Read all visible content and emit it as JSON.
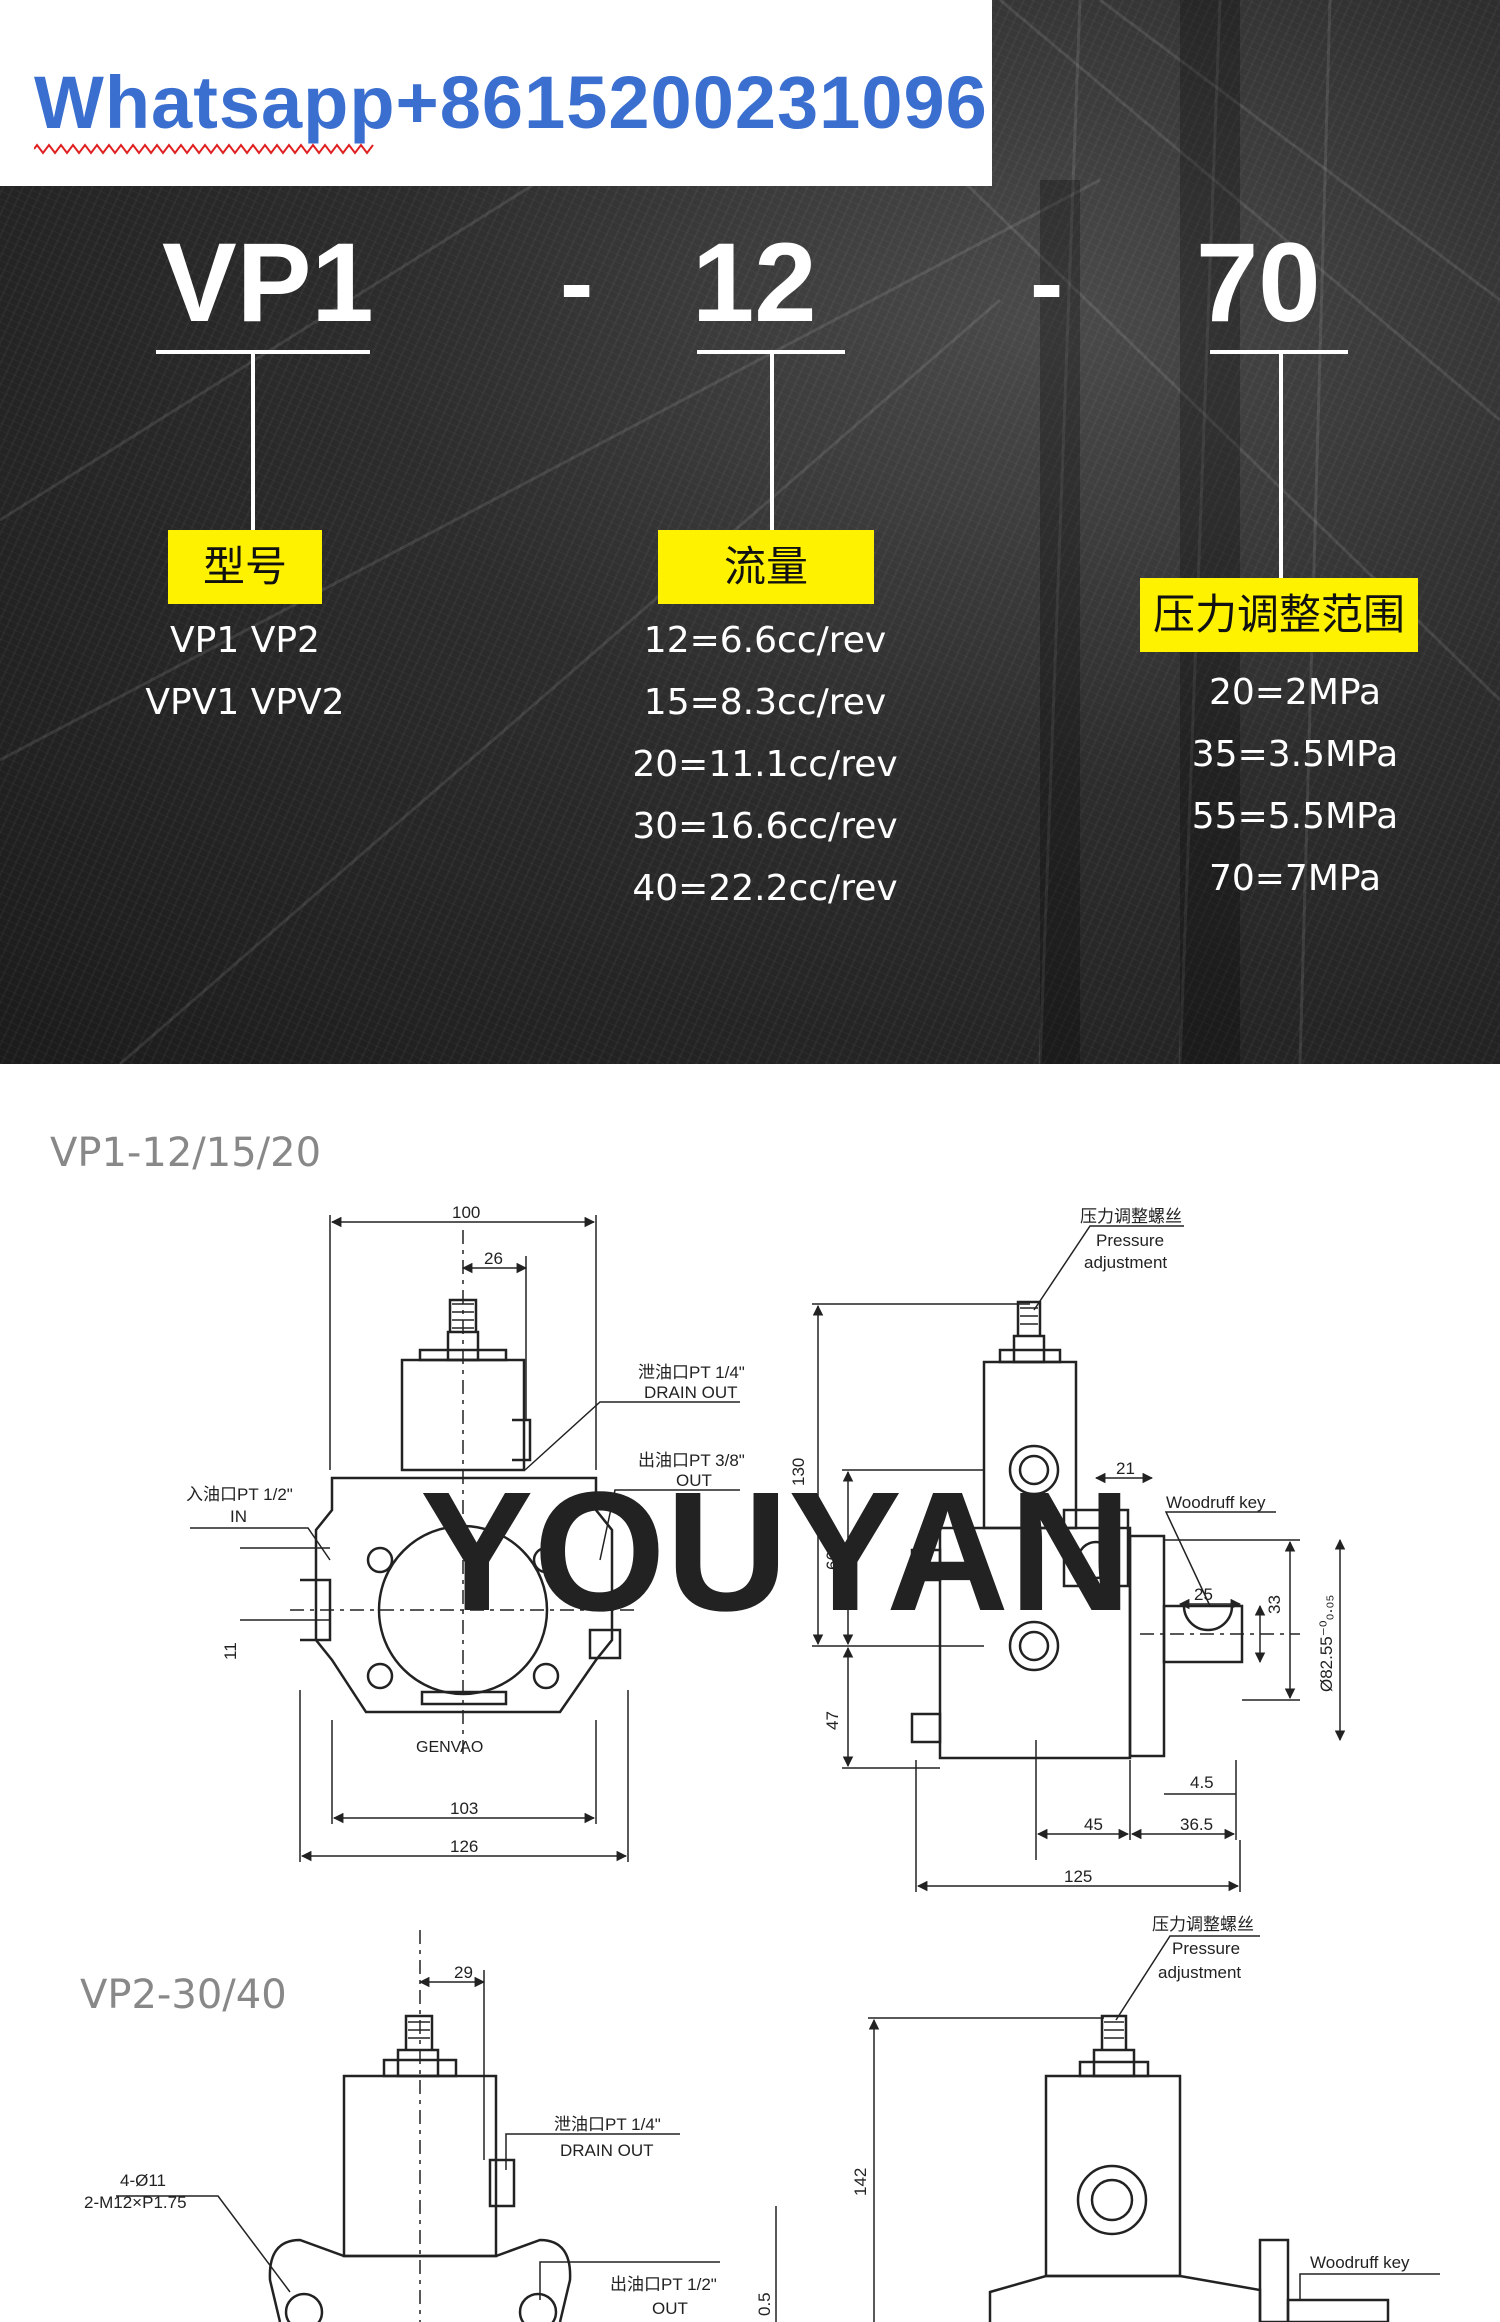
{
  "watermark_contact": "Whatsapp+8615200231096",
  "code": {
    "model": "VP1",
    "flow": "12",
    "pressure": "70",
    "sep1": "-",
    "sep2": "-"
  },
  "tags": {
    "model": "型号",
    "flow": "流量",
    "pressure": "压力调整范围"
  },
  "model_values": [
    "VP1  VP2",
    "VPV1  VPV2"
  ],
  "flow_values": [
    "12=6.6cc/rev",
    "15=8.3cc/rev",
    "20=11.1cc/rev",
    "30=16.6cc/rev",
    "40=22.2cc/rev"
  ],
  "pressure_values": [
    "20=2MPa",
    "35=3.5MPa",
    "55=5.5MPa",
    "70=7MPa"
  ],
  "drawing1": {
    "title": "VP1-12/15/20",
    "dims": {
      "d100": "100",
      "d26": "26",
      "d103": "103",
      "d126": "126",
      "d11": "11",
      "d130": "130",
      "d66": "66",
      "d47": "47",
      "d21": "21",
      "d25": "25",
      "d33": "33",
      "d45": "45",
      "d36_5": "36.5",
      "d4_5": "4.5",
      "d125": "125",
      "shaft": "Ø82.55⁻⁰₀.₀₅"
    },
    "labels": {
      "drain_cn": "泄油口PT 1/4\"",
      "drain_en": "DRAIN OUT",
      "out_cn": "出油口PT 3/8\"",
      "out_en": "OUT",
      "in_cn": "入油口PT 1/2\"",
      "in_en": "IN",
      "press_cn": "压力调整螺丝",
      "press_en1": "Pressure",
      "press_en2": "adjustment",
      "key": "Woodruff  key",
      "brand": "YOUYAN",
      "plate": "GENVAO"
    }
  },
  "drawing2": {
    "title": "VP2-30/40",
    "dims": {
      "d29": "29",
      "d142": "142",
      "holes1": "4-Ø11",
      "holes2": "2-M12×P1.75",
      "d05": "0.5"
    },
    "labels": {
      "drain_cn": "泄油口PT 1/4\"",
      "drain_en": "DRAIN OUT",
      "out_cn": "出油口PT 1/2\"",
      "out_en": "OUT",
      "press_cn": "压力调整螺丝",
      "press_en1": "Pressure",
      "press_en2": "adjustment",
      "key": "Woodruff  key"
    }
  }
}
